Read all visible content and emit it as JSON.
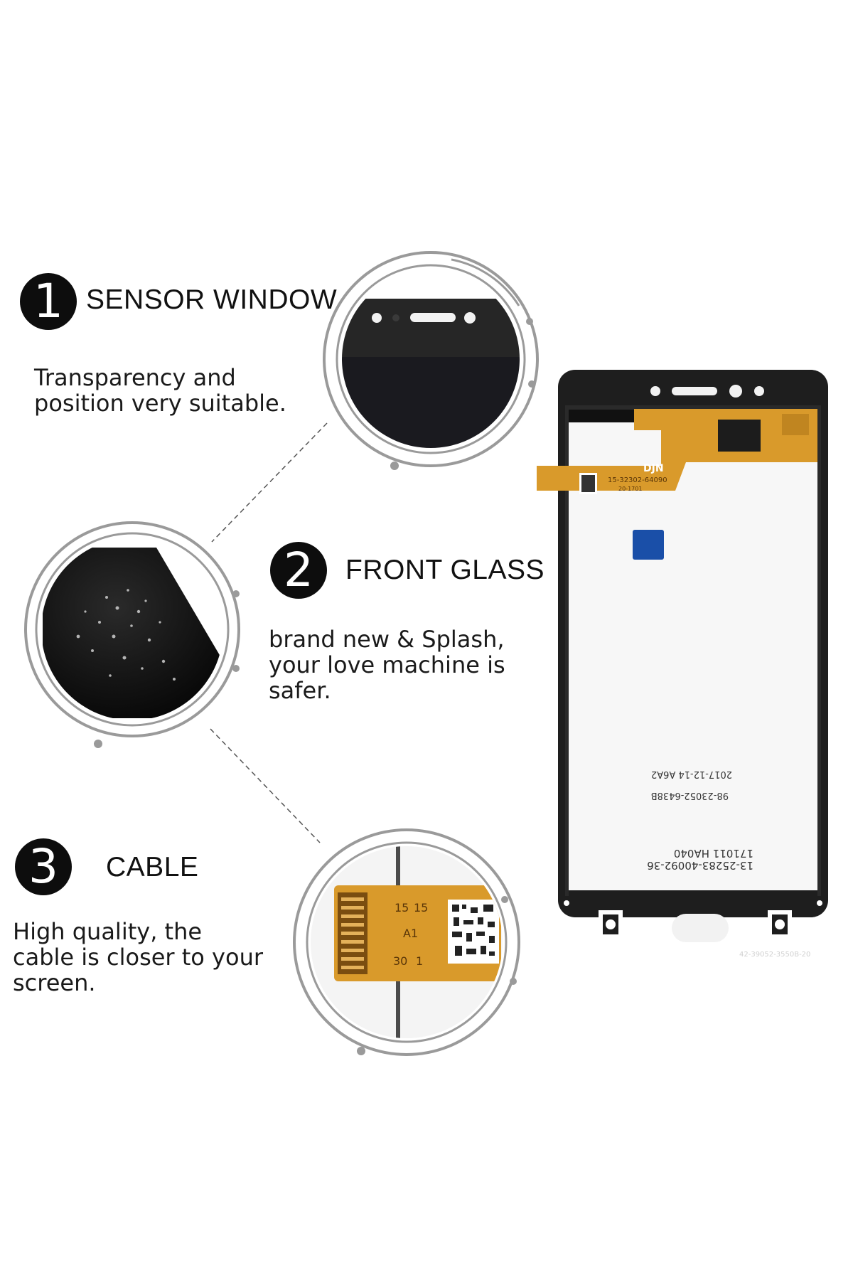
{
  "features": [
    {
      "number": "1",
      "title": "SENSOR WINDOW",
      "description": "Transparency and\nposition very suitable."
    },
    {
      "number": "2",
      "title": "FRONT GLASS",
      "description": "brand  new & Splash,\nyour love machine is\nsafer."
    },
    {
      "number": "3",
      "title": "CABLE",
      "description": "High quality, the\ncable is closer to your\nscreen."
    }
  ],
  "panel_labels": {
    "brand": "DJN",
    "flex_code": "15-32302-64090",
    "flex_code_small": "20-1701",
    "date_code": "2017-12-14 A6A2",
    "part_code": "98-23052-6438B",
    "lot_code": "171011 HA040",
    "serial_code": "13-25283-40092-36",
    "bottom_code": "42-39052-3550B-20"
  },
  "cable_labels": {
    "pin_15a": "15",
    "pin_15b": "15",
    "pin_a1": "A1",
    "pin_30": "30",
    "pin_1": "1"
  },
  "colors": {
    "ring": "#9a9a9a",
    "badge": "#0d0d0d",
    "flex_orange": "#d99a2b",
    "panel_frame": "#1e1e1e",
    "sensor_blue": "#1a4fa8"
  }
}
